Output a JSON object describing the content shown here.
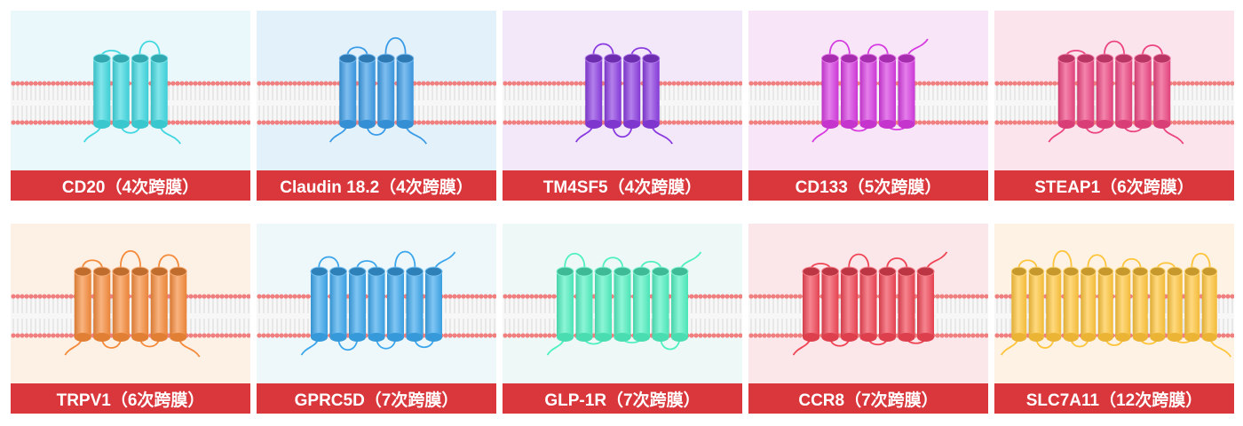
{
  "proteins": [
    {
      "label": "CD20（4次跨膜）",
      "helices": 4,
      "color": "#3fd8e0",
      "background": "#eaf7fb"
    },
    {
      "label": "Claudin 18.2（4次跨膜）",
      "helices": 4,
      "color": "#3a9be6",
      "background": "#e3f1fb"
    },
    {
      "label": "TM4SF5（4次跨膜）",
      "helices": 4,
      "color": "#8a3be0",
      "background": "#f3e8fa"
    },
    {
      "label": "CD133（5次跨膜）",
      "helices": 5,
      "color": "#d63ae0",
      "background": "#f8e6f8"
    },
    {
      "label": "STEAP1（6次跨膜）",
      "helices": 6,
      "color": "#ec4480",
      "background": "#fbe4ec"
    },
    {
      "label": "TRPV1（6次跨膜）",
      "helices": 6,
      "color": "#f58a3a",
      "background": "#fdf0e4"
    },
    {
      "label": "GPRC5D（7次跨膜）",
      "helices": 7,
      "color": "#3ba6ec",
      "background": "#eef8fa"
    },
    {
      "label": "GLP-1R（7次跨膜）",
      "helices": 7,
      "color": "#4ff0c0",
      "background": "#eef8f6"
    },
    {
      "label": "CCR8（7次跨膜）",
      "helices": 7,
      "color": "#f04454",
      "background": "#fbe6ea"
    },
    {
      "label": "SLC7A11（12次跨膜）",
      "helices": 12,
      "color": "#ffc43a",
      "background": "#fdf2e4"
    }
  ]
}
